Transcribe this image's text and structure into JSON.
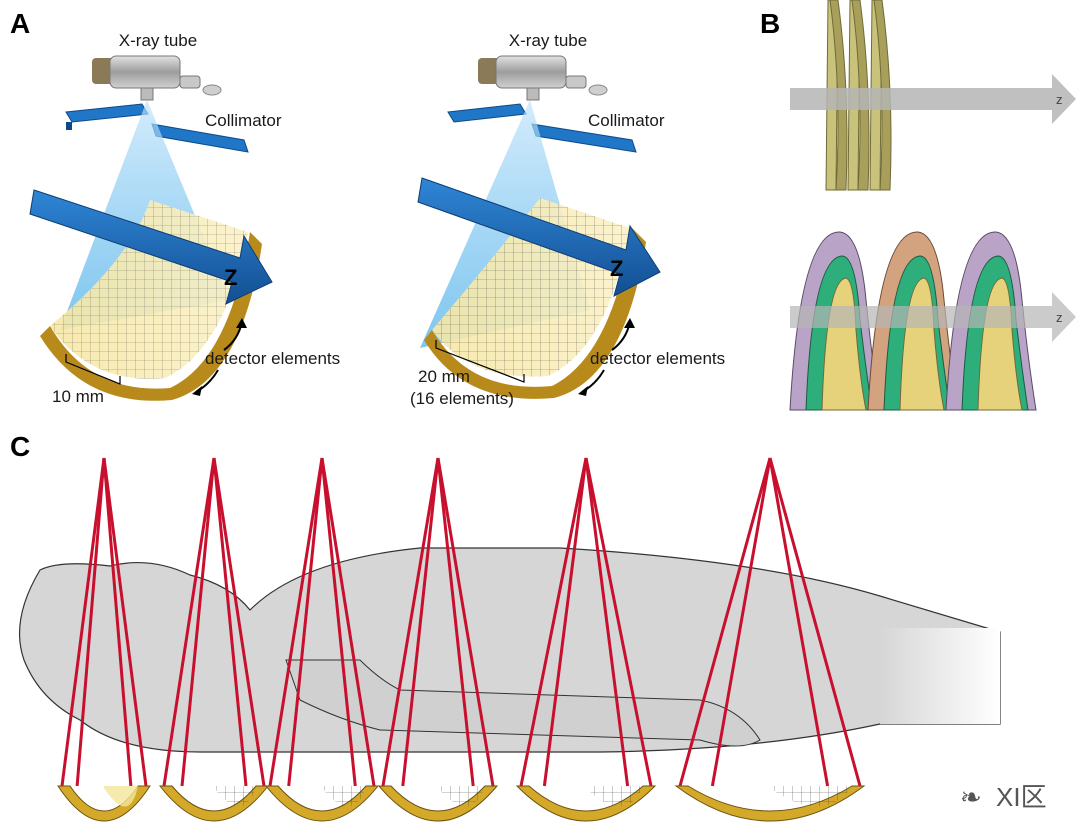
{
  "panels": {
    "a": {
      "letter": "A",
      "left": {
        "tube_label": "X-ray tube",
        "collimator_label": "Collimator",
        "z_label": "Z",
        "detector_label": "detector elements",
        "width_label": "10 mm"
      },
      "right": {
        "tube_label": "X-ray tube",
        "collimator_label": "Collimator",
        "z_label": "Z",
        "detector_label": "detector elements",
        "width_label_line1": "20 mm",
        "width_label_line2": "(16 elements)"
      }
    },
    "b": {
      "letter": "B",
      "top_z": "z",
      "bottom_z": "z"
    },
    "c": {
      "letter": "C"
    }
  },
  "watermark": "XI区",
  "colors": {
    "beam_red": "#c8102e",
    "body_gray": "#d6d6d6",
    "detector_gold": "#d4a92a",
    "collimator_blue": "#1f6fbf",
    "arrow_gray": "#b5b5b5"
  }
}
